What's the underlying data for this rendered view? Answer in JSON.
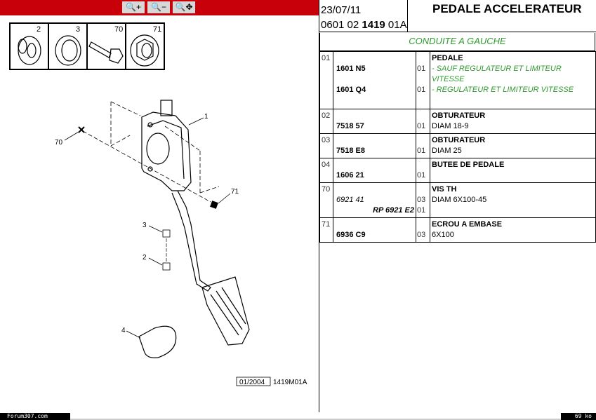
{
  "toolbar": {
    "zoom_in": "zoom-in",
    "zoom_out": "zoom-out",
    "zoom_pan": "zoom-pan"
  },
  "thumbnails": [
    {
      "ref": "2"
    },
    {
      "ref": "3"
    },
    {
      "ref": "70"
    },
    {
      "ref": "71"
    }
  ],
  "diagram": {
    "callouts": {
      "c1": "1",
      "c70": "70",
      "c71": "71",
      "c3": "3",
      "c2": "2",
      "c4": "4"
    },
    "date_box": "01/2004",
    "drawing_ref": "1419M01A"
  },
  "header": {
    "date": "23/07/11",
    "code_prefix": "0601 02 ",
    "code_bold": "1419",
    "code_suffix": " 01A",
    "title": "PEDALE ACCELERATEUR"
  },
  "variant": "CONDUITE A GAUCHE",
  "parts": [
    {
      "ref": "01",
      "name": "PEDALE",
      "lines": [
        {
          "pn": "1601 N5",
          "qty": "01",
          "desc": "- SAUF REGULATEUR ET LIMITEUR VITESSE"
        },
        {
          "pn": "1601 Q4",
          "qty": "01",
          "desc": "- REGULATEUR ET LIMITEUR VITESSE"
        }
      ]
    },
    {
      "ref": "02",
      "name": "OBTURATEUR",
      "pn": "7518 57",
      "qty": "01",
      "desc": "DIAM 18-9"
    },
    {
      "ref": "03",
      "name": "OBTURATEUR",
      "pn": "7518 E8",
      "qty": "01",
      "desc": "DIAM 25"
    },
    {
      "ref": "04",
      "name": "BUTEE DE PEDALE",
      "pn": "1606 21",
      "qty": "01",
      "desc": ""
    },
    {
      "ref": "70",
      "name": "VIS TH",
      "pn": "6921 41",
      "qty": "03",
      "desc": "DIAM 6X100-45",
      "pn2": "RP 6921 E2",
      "qty2": "01"
    },
    {
      "ref": "71",
      "name": "ECROU A EMBASE",
      "pn": "6936 C9",
      "qty": "03",
      "desc": "6X100"
    }
  ],
  "footer": {
    "site": "Forum307.com",
    "size": "69 ko"
  },
  "colors": {
    "toolbar": "#c8000a",
    "green": "#2e9b2e"
  }
}
